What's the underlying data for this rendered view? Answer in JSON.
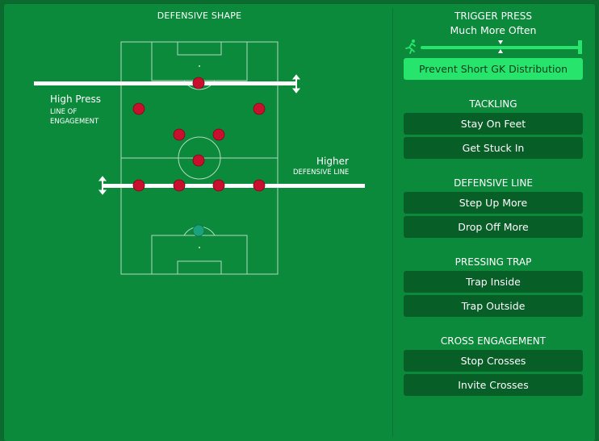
{
  "left": {
    "title": "DEFENSIVE SHAPE",
    "high_press": "High Press",
    "line_of_engagement": "LINE OF\nENGAGEMENT",
    "higher": "Higher",
    "defensive_line": "DEFENSIVE LINE"
  },
  "right": {
    "trigger_press": {
      "title": "TRIGGER PRESS",
      "value": "Much More Often",
      "level": 0.5,
      "option": "Prevent Short GK Distribution"
    },
    "tackling": {
      "title": "TACKLING",
      "options": [
        "Stay On Feet",
        "Get Stuck In"
      ]
    },
    "defensive_line": {
      "title": "DEFENSIVE LINE",
      "options": [
        "Step Up More",
        "Drop Off More"
      ]
    },
    "pressing_trap": {
      "title": "PRESSING TRAP",
      "options": [
        "Trap Inside",
        "Trap Outside"
      ]
    },
    "cross_engagement": {
      "title": "CROSS ENGAGEMENT",
      "options": [
        "Stop Crosses",
        "Invite Crosses"
      ]
    }
  },
  "colors": {
    "accent": "#27e56c",
    "panel": "#0c8a3c",
    "button": "#085e27",
    "player": "#c8102e",
    "goalkeeper": "#1aa37a"
  }
}
